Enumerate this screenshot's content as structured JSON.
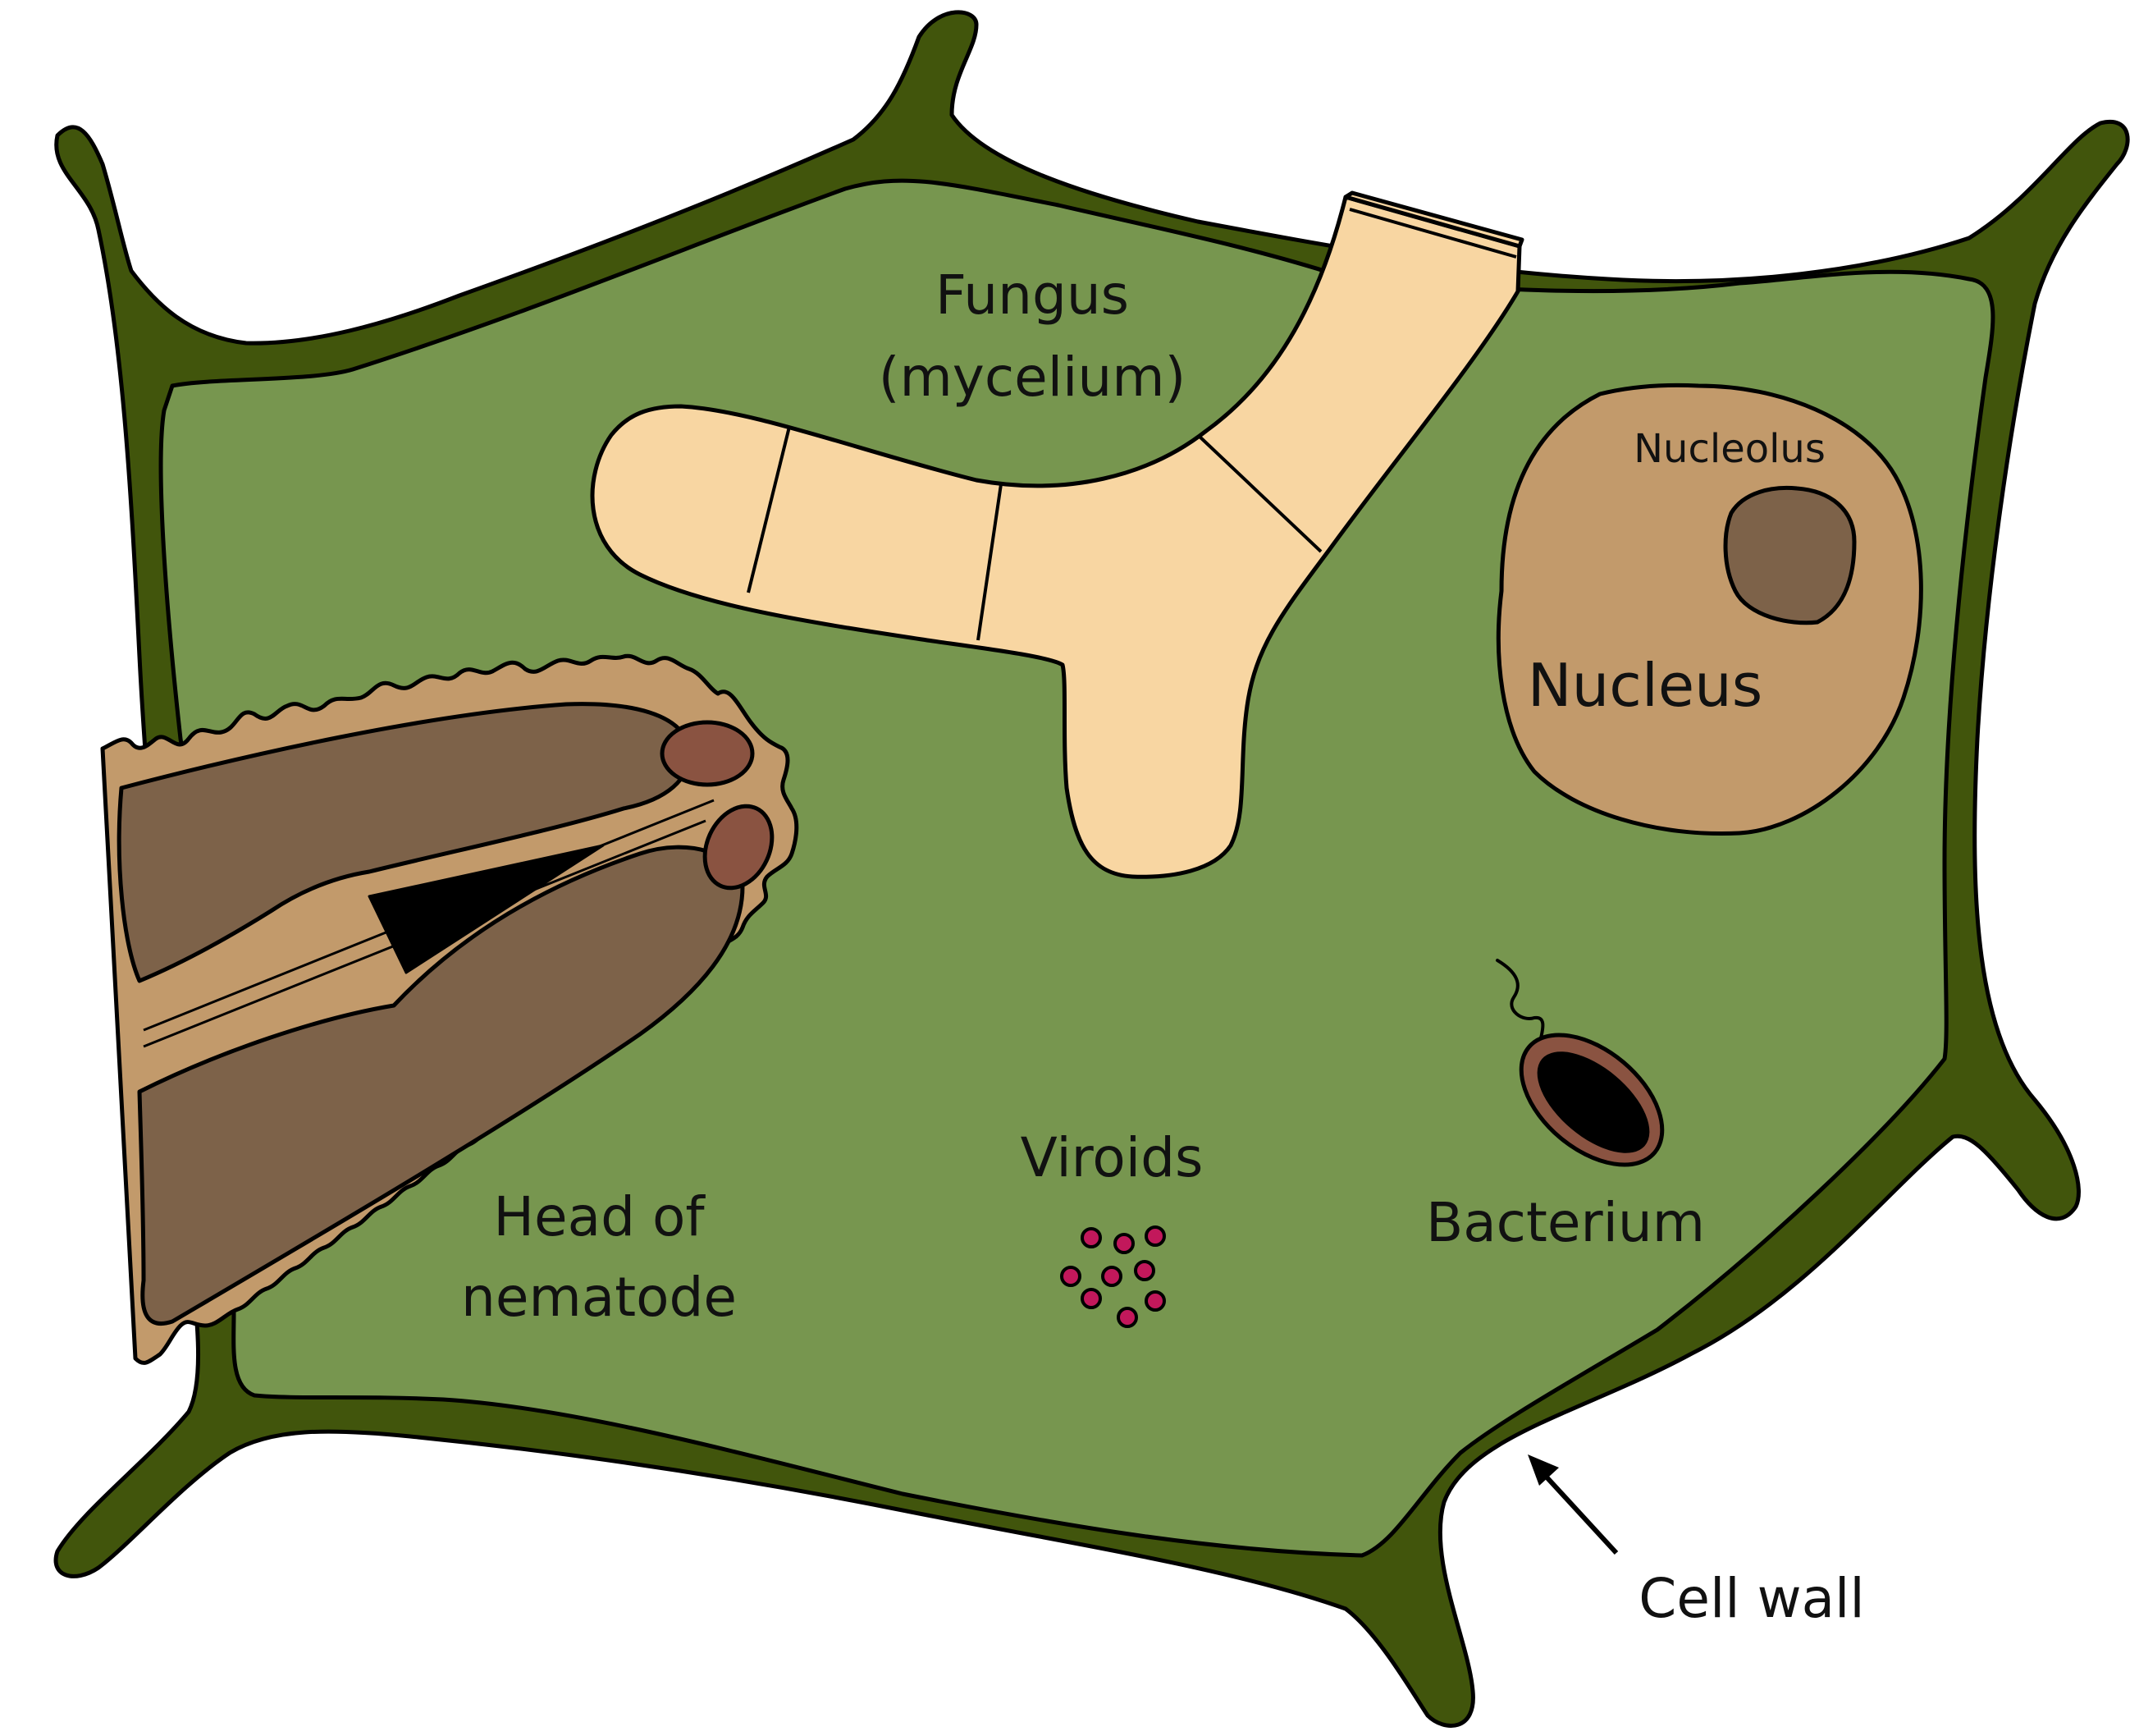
{
  "labels": {
    "fungus_line1": "Fungus",
    "fungus_line2": "(mycelium)",
    "nucleolus": "Nucleolus",
    "nucleus": "Nucleus",
    "viroids": "Viroids",
    "bacterium": "Bacterium",
    "nematode_line1": "Head of",
    "nematode_line2": "nematode",
    "cell_wall": "Cell wall"
  },
  "colors": {
    "cell_wall": "#41550c",
    "cytoplasm": "#77964f",
    "fungus": "#f8d6a2",
    "nucleus": "#c29a6b",
    "nucleolus": "#7d6249",
    "nematode_sheath": "#c29a6b",
    "nematode_lobe": "#7d6249",
    "nematode_tip": "#8a5341",
    "bacterium_coat": "#8a5341",
    "viroid": "#c2185b"
  }
}
